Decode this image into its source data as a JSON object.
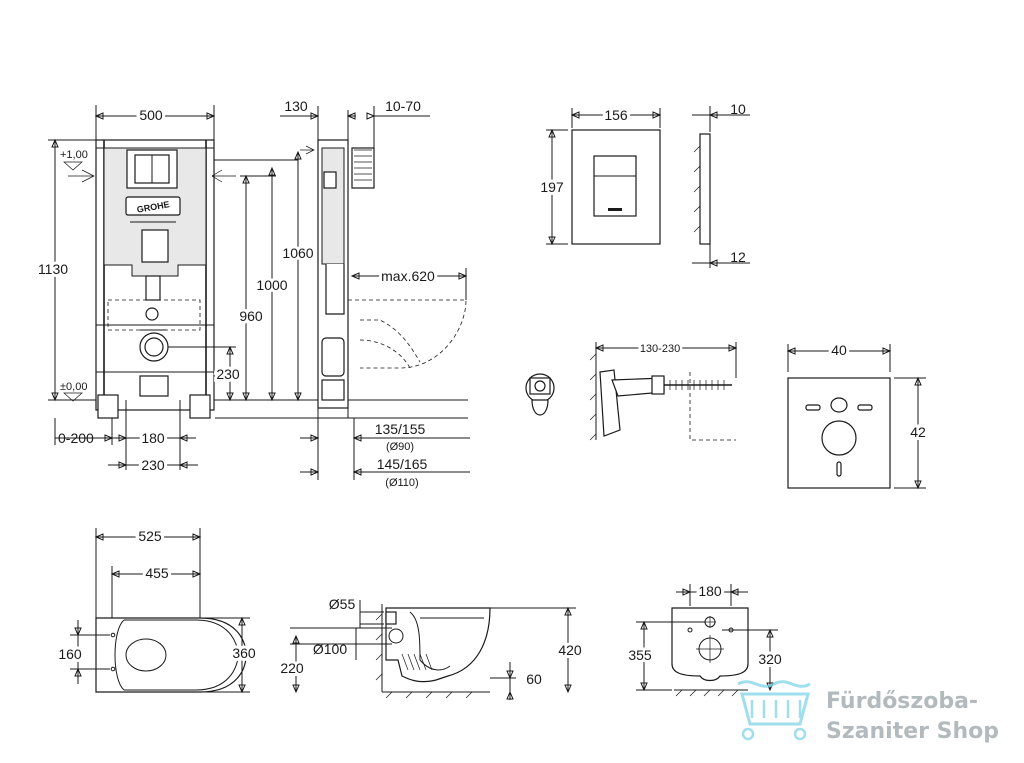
{
  "frame_front": {
    "width": "500",
    "height_total": "1130",
    "level_top": "+1,00",
    "level_floor": "±0,00",
    "h1060": "1060",
    "h1000": "1000",
    "h960": "960",
    "h230": "230",
    "feet_range": "0-200",
    "inner_180": "180",
    "outer_230": "230",
    "brand": "GROHE"
  },
  "frame_side": {
    "depth": "130",
    "wall": "10-70",
    "projection": "max.620",
    "d1_main": "135/155",
    "d1_sub": "(Ø90)",
    "d2_main": "145/165",
    "d2_sub": "(Ø110)"
  },
  "flush_plate": {
    "width": "156",
    "height": "197",
    "thickness": "10",
    "bottom": "12"
  },
  "fixing_bolt": {
    "range": "130-230"
  },
  "sound_mat": {
    "width": "40",
    "height": "42"
  },
  "wc_top": {
    "length_total": "525",
    "length_inner": "455",
    "holes_spacing": "160",
    "width": "360"
  },
  "wc_side": {
    "inlet": "Ø55",
    "outlet": "Ø100",
    "outlet_height": "220",
    "height": "420",
    "offset": "60"
  },
  "wc_back": {
    "bolt_spacing": "180",
    "height": "355",
    "outlet_height": "320"
  },
  "watermark": {
    "line1": "Fürdőszoba-",
    "line2": "Szaniter Shop",
    "color": "#9aa3a8"
  }
}
